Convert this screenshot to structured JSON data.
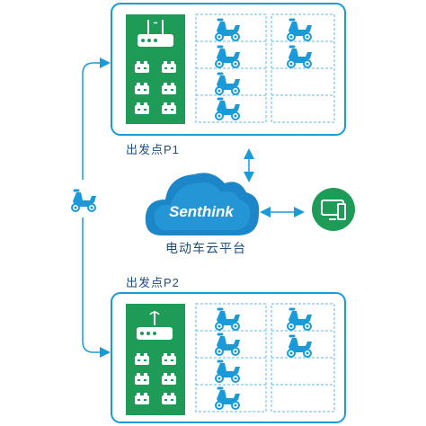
{
  "station_top_label": "出发点P1",
  "station_bottom_label": "出发点P2",
  "cloud": {
    "brand": "Senthink",
    "caption": "电动车云平台"
  },
  "colors": {
    "blue": "#1a9ad8",
    "green": "#1f9b58",
    "light_blue": "#7cc6ec",
    "cloud_dark": "#1c86c8"
  },
  "icons": [
    "scooter-icon",
    "cloud-icon",
    "monitor-icon",
    "router-icon",
    "battery-icon"
  ]
}
